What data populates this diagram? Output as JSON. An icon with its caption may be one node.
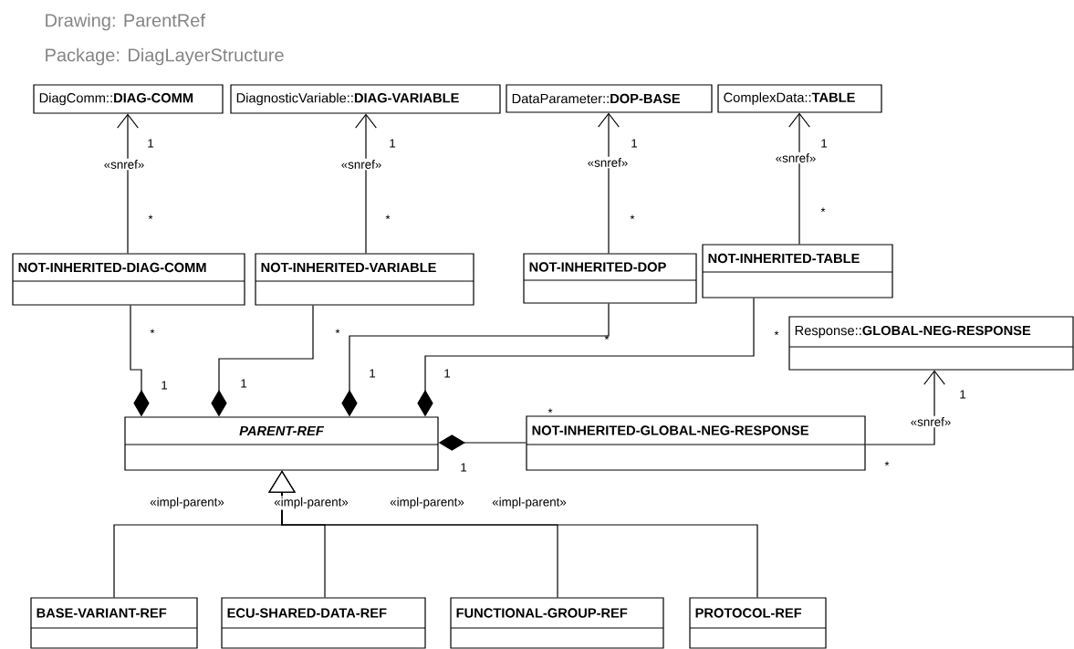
{
  "diagram": {
    "title": "Drawing: ParentRef",
    "nodes": [
      {
        "text": [
          "DiagComm::**DIAG-COMM**"
        ]
      },
      {
        "text": [
          "DiagnosticVariable::**DIAG-VARIABLE**"
        ]
      },
      {
        "text": [
          "DataParameter::**DOP-BASE**"
        ]
      },
      {
        "text": [
          "ComplexData::**TABLE**"
        ]
      },
      {
        "text": [
          "NOT-INHERITED-DIAG-COMM"
        ]
      },
      {
        "text": [
          "NOT-INHERITED-VARIABLE"
        ]
      },
      {
        "text": [
          "NOT-INHERITED-DOP"
        ]
      },
      {
        "text": [
          "NOT-INHERITED-TABLE"
        ]
      },
      {
        "text": [
          "Response::**GLOBAL-NEG-RESPONSE**"
        ]
      },
      {
        "text": [
          "PARENT-REF"
        ]
      },
      {
        "text": [
          "NOT-INHERITED-GLOBAL-NEG-RESPONSE"
        ]
      },
      {
        "text": [
          "BASE-VARIANT-REF"
        ]
      },
      {
        "text": [
          "ECU-SHARED-DATA-REF"
        ]
      },
      {
        "text": [
          "FUNCTIONAL-GROUP-REF"
        ]
      },
      {
        "text": [
          "PROTOCOL-REF"
        ]
      }
    ],
    "edges": [
      {
        "from": 4,
        "to": 0,
        "arrow": "to",
        "label": "«snref»"
      },
      {
        "from": 5,
        "to": 1,
        "arrow": "to",
        "label": "«snref»"
      },
      {
        "from": 6,
        "to": 2,
        "arrow": "to",
        "label": "«snref»"
      },
      {
        "from": 7,
        "to": 3,
        "arrow": "to",
        "label": "«snref»"
      },
      {
        "from": 10,
        "to": 8,
        "arrow": "to",
        "label": "«snref»"
      },
      {
        "from": 4,
        "to": 9,
        "arrow": "other"
      },
      {
        "from": 5,
        "to": 9,
        "arrow": "other"
      },
      {
        "from": 6,
        "to": 9,
        "arrow": "other"
      },
      {
        "from": 7,
        "to": 9,
        "arrow": "other"
      },
      {
        "from": 10,
        "to": 9,
        "arrow": "other"
      },
      {
        "from": 11,
        "to": 9,
        "arrow": "to",
        "label": "«impl-parent»"
      },
      {
        "from": 12,
        "to": 9,
        "arrow": "to",
        "label": "«impl-parent»"
      },
      {
        "from": 13,
        "to": 9,
        "arrow": "to",
        "label": "«impl-parent»"
      },
      {
        "from": 14,
        "to": 9,
        "arrow": "to",
        "label": "«impl-parent»"
      }
    ],
    "labels": [
      "Package: DiagLayerStructure",
      "1",
      "1",
      "1",
      "1",
      "*",
      "*",
      "*",
      "*",
      "*",
      "*",
      "*",
      "*",
      "1",
      "1",
      "1",
      "1",
      "1",
      "*",
      "1",
      "*"
    ]
  }
}
